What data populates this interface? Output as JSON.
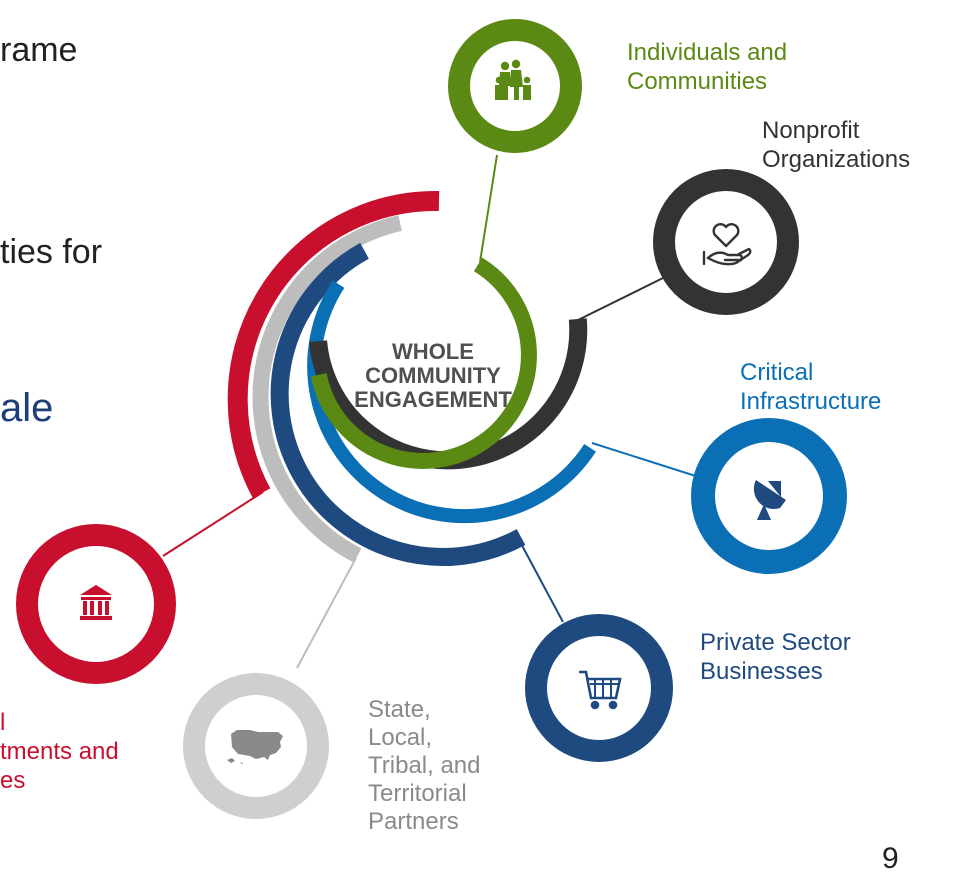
{
  "slide": {
    "text_fragments": [
      "rame",
      "ties for",
      "ale"
    ],
    "page_number": "9"
  },
  "center": {
    "lines": [
      "WHOLE",
      "COMMUNITY",
      "ENGAGEMENT"
    ]
  },
  "nodes": [
    {
      "id": "individuals",
      "lines": [
        "Individuals and",
        "Communities"
      ],
      "color": "#5a8a13",
      "icon": "family-icon"
    },
    {
      "id": "nonprofit",
      "lines": [
        "Nonprofit",
        "Organizations"
      ],
      "color": "#333333",
      "icon": "heart-hand-icon"
    },
    {
      "id": "infrastructure",
      "lines": [
        "Critical",
        "Infrastructure"
      ],
      "color": "#0a6fb5",
      "icon": "satellite-dish-icon"
    },
    {
      "id": "private",
      "lines": [
        "Private Sector",
        "Businesses"
      ],
      "color": "#1e4a80",
      "icon": "shopping-cart-icon"
    },
    {
      "id": "sltt",
      "lines": [
        "State,",
        "Local,",
        "Tribal, and",
        "Territorial",
        "Partners"
      ],
      "color": "#a6a6a6",
      "icon": "us-map-icon"
    },
    {
      "id": "federal",
      "lines": [
        "l",
        "tments and",
        "es"
      ],
      "color": "#c8102e",
      "icon": "government-building-icon"
    }
  ]
}
